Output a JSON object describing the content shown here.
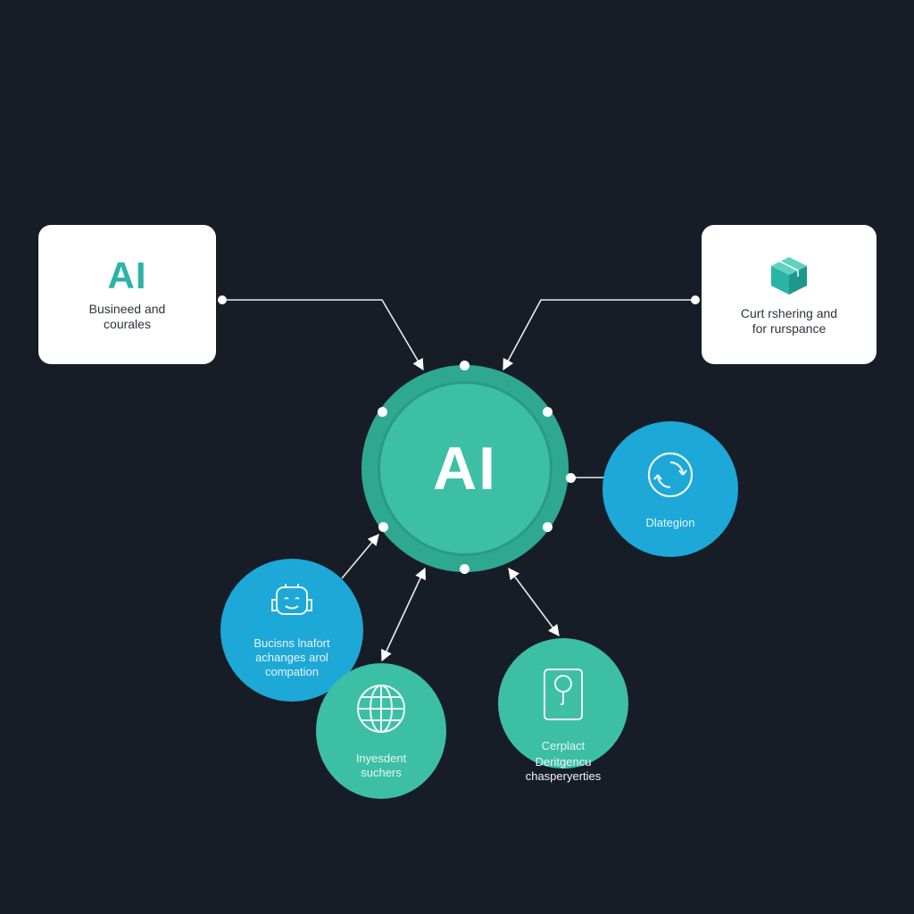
{
  "hub": {
    "label": "AI",
    "color": "#3cbfa5"
  },
  "cards": {
    "left": {
      "logo": "AI",
      "text": "Busineed and\ncourales"
    },
    "right": {
      "icon": "box-icon",
      "text": "Curt rshering and\nfor rurspance"
    }
  },
  "nodes": {
    "right": {
      "icon": "refresh-cycle-icon",
      "label": "Dlategion",
      "color": "#1da8d8"
    },
    "bottom_left": {
      "icon": "robot-face-icon",
      "label": "Bucisns lnafort\nachanges arol\ncompation",
      "color": "#1da8d8"
    },
    "bottom_center": {
      "icon": "globe-icon",
      "label": "Inyesdent\nsuchers",
      "color": "#3cbfa5"
    },
    "bottom_right": {
      "icon": "tag-document-icon",
      "label": "Cerplact",
      "color": "#3cbfa5"
    }
  },
  "footnote": "Deritgencu\nchasperyerties"
}
